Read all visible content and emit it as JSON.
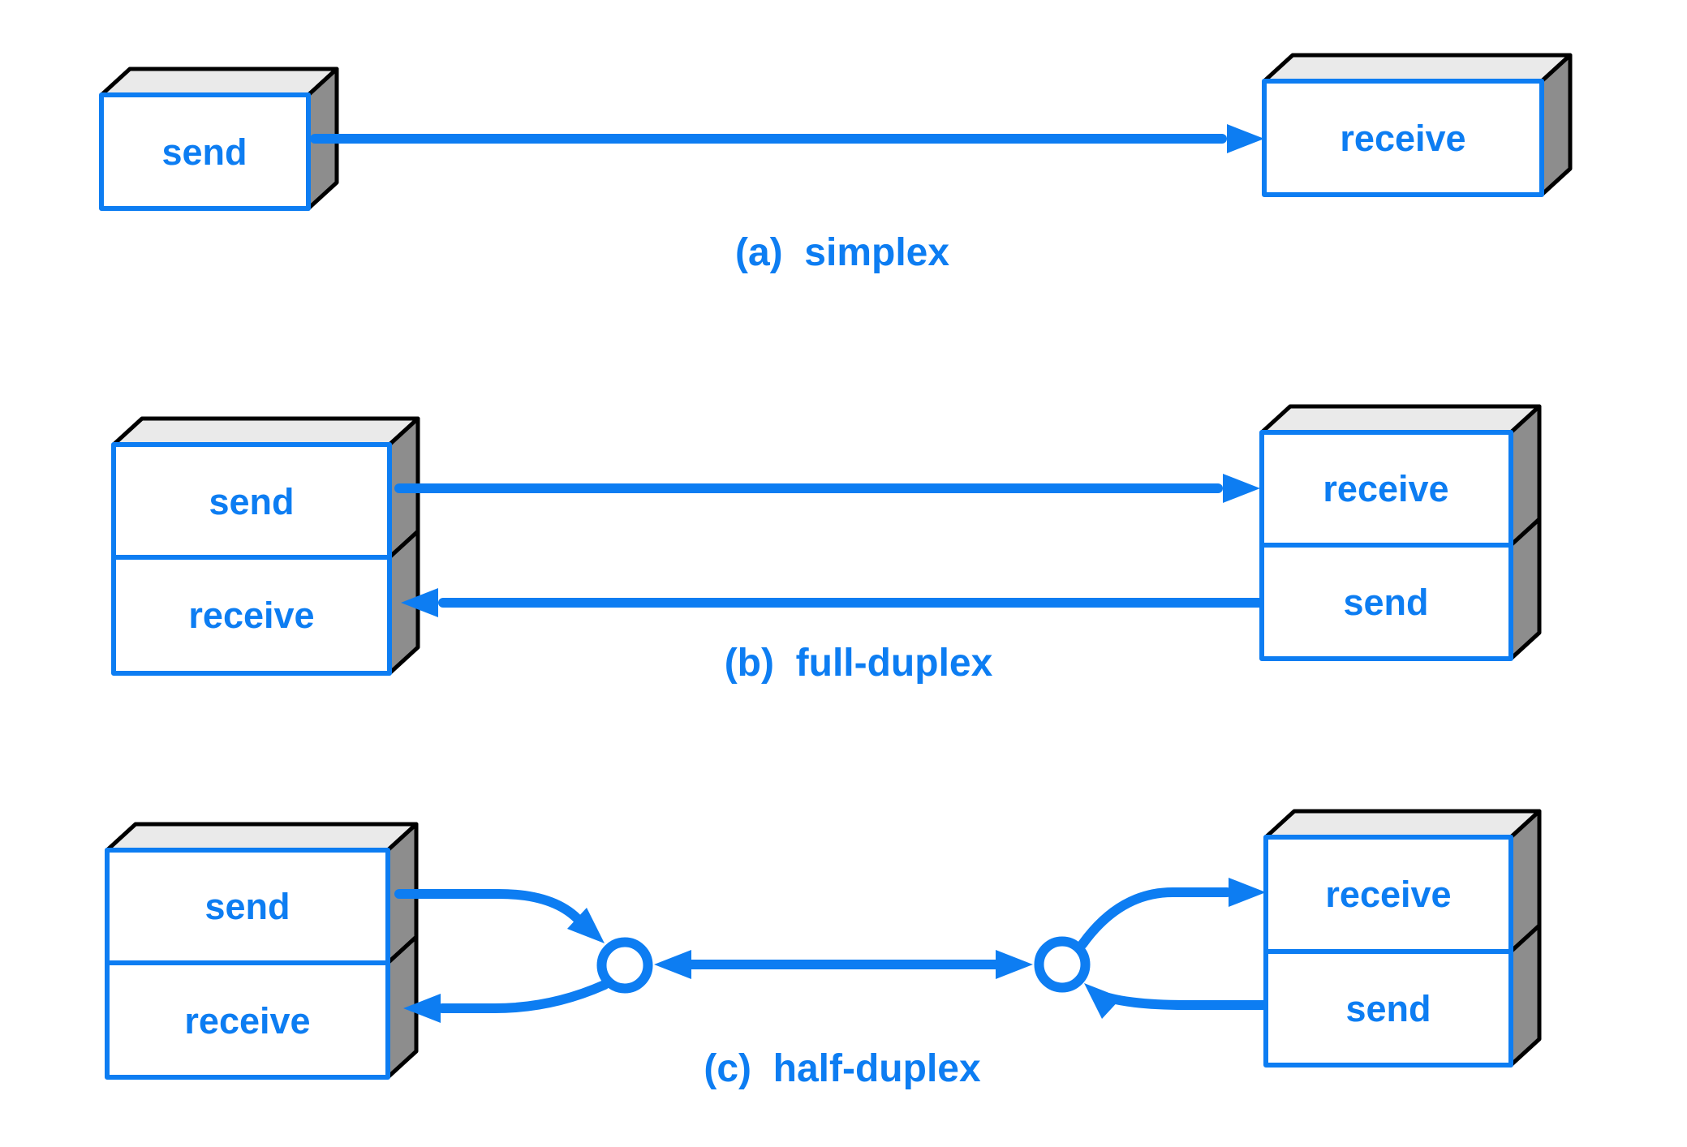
{
  "colors": {
    "accent": "#0d7df2",
    "top_face": "#eaeaea",
    "side_face": "#8d8d8d",
    "outline": "#000000",
    "front_face": "#ffffff"
  },
  "sections": {
    "simplex": {
      "caption": "(a)  simplex",
      "left_box": "send",
      "right_box": "receive",
      "flow": "left-to-right"
    },
    "full_duplex": {
      "caption": "(b)  full-duplex",
      "left_top": "send",
      "left_bottom": "receive",
      "right_top": "receive",
      "right_bottom": "send",
      "flow": "simultaneous-both-directions"
    },
    "half_duplex": {
      "caption": "(c)  half-duplex",
      "left_top": "send",
      "left_bottom": "receive",
      "right_top": "receive",
      "right_bottom": "send",
      "flow": "alternating-both-directions"
    }
  }
}
